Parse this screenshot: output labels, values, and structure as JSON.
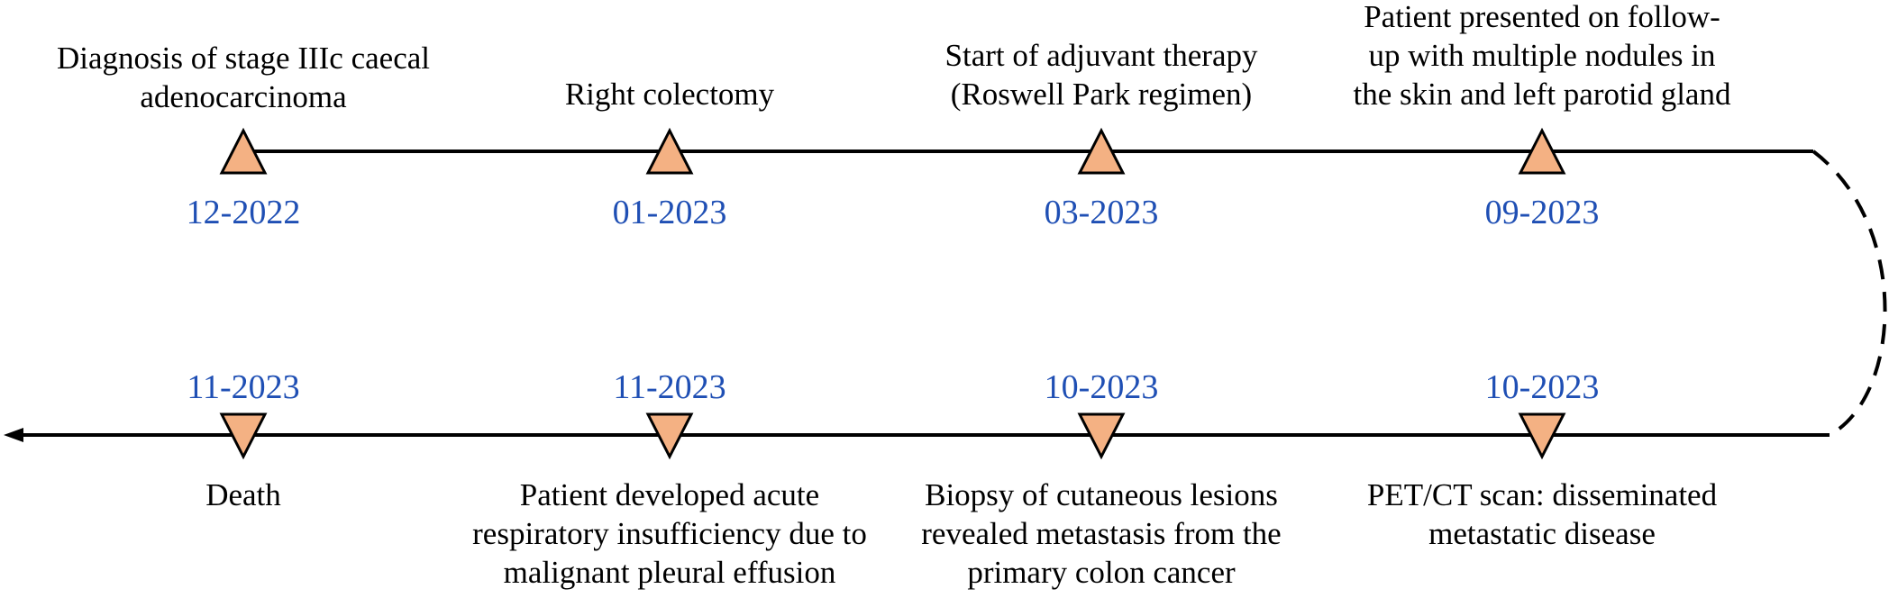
{
  "colors": {
    "line": "#000000",
    "marker_fill": "#f4b183",
    "marker_stroke": "#000000",
    "date_text": "#1f4fb4",
    "label_text": "#000000"
  },
  "icons": {
    "upper_marker": "triangle-up-icon",
    "lower_marker": "triangle-down-icon",
    "end_arrow": "arrow-left-icon"
  },
  "timeline": {
    "top_row": [
      {
        "date": "12-2022",
        "label": [
          "Diagnosis of stage IIIc caecal",
          "adenocarcinoma"
        ]
      },
      {
        "date": "01-2023",
        "label": [
          "Right colectomy"
        ]
      },
      {
        "date": "03-2023",
        "label": [
          "Start of adjuvant therapy",
          "(Roswell Park regimen)"
        ]
      },
      {
        "date": "09-2023",
        "label": [
          "Patient presented on follow-",
          "up with multiple nodules in",
          "the skin and left parotid gland"
        ]
      }
    ],
    "bottom_row": [
      {
        "date": "11-2023",
        "label": [
          "Death"
        ]
      },
      {
        "date": "11-2023",
        "label": [
          "Patient developed acute",
          "respiratory insufficiency due to",
          "malignant pleural effusion"
        ]
      },
      {
        "date": "10-2023",
        "label": [
          "Biopsy of cutaneous lesions",
          "revealed metastasis from the",
          "primary colon cancer"
        ]
      },
      {
        "date": "10-2023",
        "label": [
          "PET/CT scan: disseminated",
          "metastatic disease"
        ]
      }
    ]
  }
}
